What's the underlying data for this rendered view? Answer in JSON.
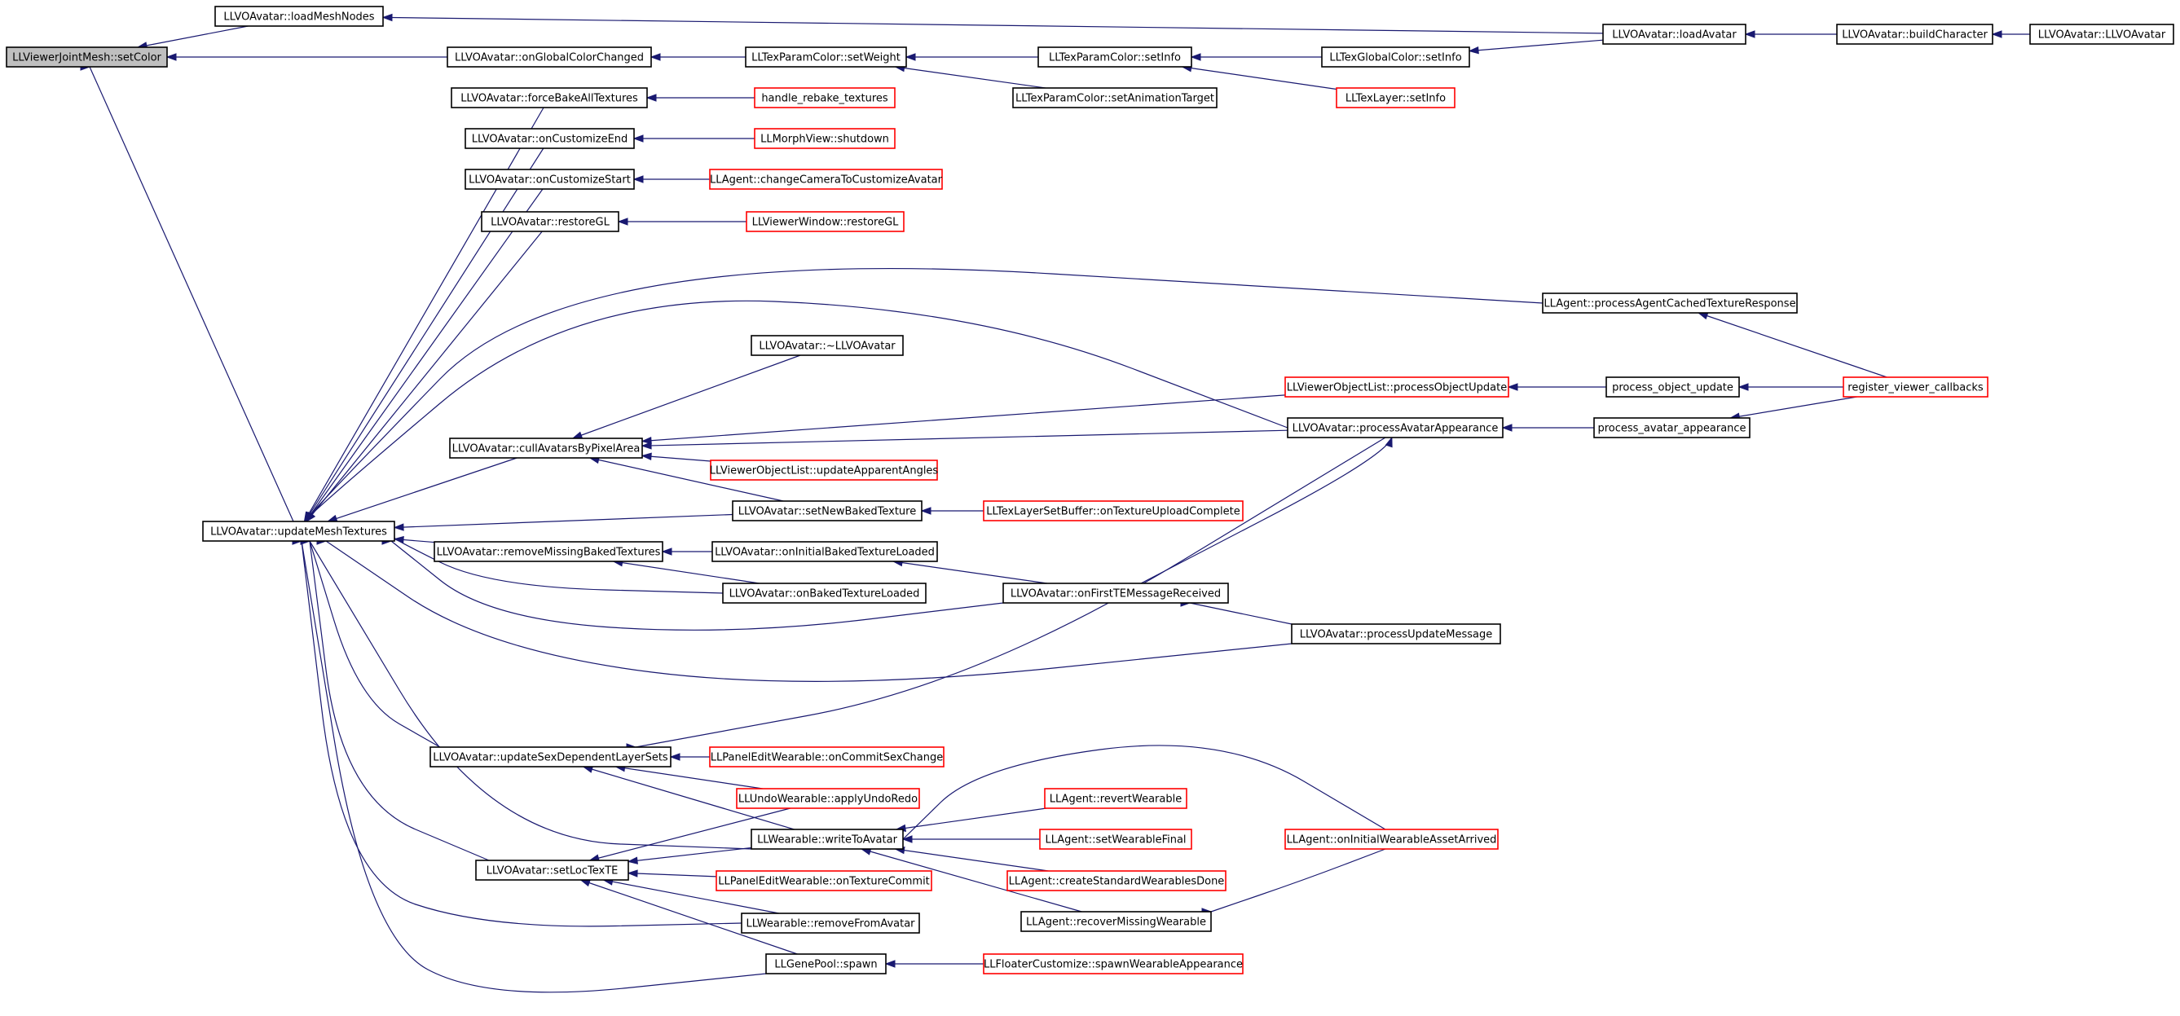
{
  "colors": {
    "edge": "#191970",
    "root_fill": "#bfbfbf",
    "node_border": "#000000",
    "truncated_border": "#ff0000",
    "node_fill": "#ffffff"
  },
  "nodes": [
    {
      "id": "n0",
      "label": "LLViewerJointMesh::setColor",
      "style": "root"
    },
    {
      "id": "n1",
      "label": "LLVOAvatar::loadMeshNodes",
      "style": "normal"
    },
    {
      "id": "n2",
      "label": "LLVOAvatar::onGlobalColorChanged",
      "style": "normal"
    },
    {
      "id": "n3",
      "label": "LLVOAvatar::updateMeshTextures",
      "style": "normal"
    },
    {
      "id": "n4",
      "label": "LLVOAvatar::loadAvatar",
      "style": "normal"
    },
    {
      "id": "n5",
      "label": "LLVOAvatar::buildCharacter",
      "style": "normal"
    },
    {
      "id": "n6",
      "label": "LLVOAvatar::LLVOAvatar",
      "style": "normal"
    },
    {
      "id": "n7",
      "label": "LLTexParamColor::setWeight",
      "style": "normal"
    },
    {
      "id": "n8",
      "label": "LLTexParamColor::setInfo",
      "style": "normal"
    },
    {
      "id": "n9",
      "label": "LLTexParamColor::setAnimationTarget",
      "style": "normal"
    },
    {
      "id": "n10",
      "label": "LLTexGlobalColor::setInfo",
      "style": "normal"
    },
    {
      "id": "n11",
      "label": "LLTexLayer::setInfo",
      "style": "truncated"
    },
    {
      "id": "n12",
      "label": "LLVOAvatar::forceBakeAllTextures",
      "style": "normal"
    },
    {
      "id": "n13",
      "label": "handle_rebake_textures",
      "style": "truncated"
    },
    {
      "id": "n14",
      "label": "LLVOAvatar::onCustomizeEnd",
      "style": "normal"
    },
    {
      "id": "n15",
      "label": "LLMorphView::shutdown",
      "style": "truncated"
    },
    {
      "id": "n16",
      "label": "LLVOAvatar::onCustomizeStart",
      "style": "normal"
    },
    {
      "id": "n17",
      "label": "LLAgent::changeCameraToCustomizeAvatar",
      "style": "truncated"
    },
    {
      "id": "n18",
      "label": "LLVOAvatar::restoreGL",
      "style": "normal"
    },
    {
      "id": "n19",
      "label": "LLViewerWindow::restoreGL",
      "style": "truncated"
    },
    {
      "id": "n20",
      "label": "LLAgent::processAgentCachedTextureResponse",
      "style": "normal"
    },
    {
      "id": "n21",
      "label": "register_viewer_callbacks",
      "style": "truncated"
    },
    {
      "id": "n22",
      "label": "LLVOAvatar::~LLVOAvatar",
      "style": "normal"
    },
    {
      "id": "n23",
      "label": "LLViewerObjectList::processObjectUpdate",
      "style": "truncated"
    },
    {
      "id": "n24",
      "label": "process_object_update",
      "style": "normal"
    },
    {
      "id": "n25",
      "label": "LLVOAvatar::cullAvatarsByPixelArea",
      "style": "normal"
    },
    {
      "id": "n26",
      "label": "LLVOAvatar::processAvatarAppearance",
      "style": "normal"
    },
    {
      "id": "n27",
      "label": "process_avatar_appearance",
      "style": "normal"
    },
    {
      "id": "n28",
      "label": "LLViewerObjectList::updateApparentAngles",
      "style": "truncated"
    },
    {
      "id": "n29",
      "label": "LLVOAvatar::setNewBakedTexture",
      "style": "normal"
    },
    {
      "id": "n30",
      "label": "LLTexLayerSetBuffer::onTextureUploadComplete",
      "style": "truncated"
    },
    {
      "id": "n31",
      "label": "LLVOAvatar::removeMissingBakedTextures",
      "style": "normal"
    },
    {
      "id": "n32",
      "label": "LLVOAvatar::onInitialBakedTextureLoaded",
      "style": "normal"
    },
    {
      "id": "n33",
      "label": "LLVOAvatar::onBakedTextureLoaded",
      "style": "normal"
    },
    {
      "id": "n34",
      "label": "LLVOAvatar::onFirstTEMessageReceived",
      "style": "normal"
    },
    {
      "id": "n35",
      "label": "LLVOAvatar::processUpdateMessage",
      "style": "normal"
    },
    {
      "id": "n36",
      "label": "LLVOAvatar::updateSexDependentLayerSets",
      "style": "normal"
    },
    {
      "id": "n37",
      "label": "LLPanelEditWearable::onCommitSexChange",
      "style": "truncated"
    },
    {
      "id": "n38",
      "label": "LLUndoWearable::applyUndoRedo",
      "style": "truncated"
    },
    {
      "id": "n39",
      "label": "LLAgent::revertWearable",
      "style": "truncated"
    },
    {
      "id": "n40",
      "label": "LLWearable::writeToAvatar",
      "style": "normal"
    },
    {
      "id": "n41",
      "label": "LLAgent::setWearableFinal",
      "style": "truncated"
    },
    {
      "id": "n42",
      "label": "LLAgent::onInitialWearableAssetArrived",
      "style": "truncated"
    },
    {
      "id": "n43",
      "label": "LLVOAvatar::setLocTexTE",
      "style": "normal"
    },
    {
      "id": "n44",
      "label": "LLPanelEditWearable::onTextureCommit",
      "style": "truncated"
    },
    {
      "id": "n45",
      "label": "LLAgent::createStandardWearablesDone",
      "style": "truncated"
    },
    {
      "id": "n46",
      "label": "LLAgent::recoverMissingWearable",
      "style": "normal"
    },
    {
      "id": "n47",
      "label": "LLWearable::removeFromAvatar",
      "style": "normal"
    },
    {
      "id": "n48",
      "label": "LLGenePool::spawn",
      "style": "normal"
    },
    {
      "id": "n49",
      "label": "LLFloaterCustomize::spawnWearableAppearance",
      "style": "truncated"
    }
  ],
  "edges": [
    {
      "from": "n1",
      "to": "n0"
    },
    {
      "from": "n2",
      "to": "n0"
    },
    {
      "from": "n3",
      "to": "n0"
    },
    {
      "from": "n4",
      "to": "n1"
    },
    {
      "from": "n5",
      "to": "n4"
    },
    {
      "from": "n6",
      "to": "n5"
    },
    {
      "from": "n7",
      "to": "n2"
    },
    {
      "from": "n8",
      "to": "n7"
    },
    {
      "from": "n9",
      "to": "n7"
    },
    {
      "from": "n10",
      "to": "n8"
    },
    {
      "from": "n11",
      "to": "n8"
    },
    {
      "from": "n4",
      "to": "n10"
    },
    {
      "from": "n12",
      "to": "n3"
    },
    {
      "from": "n13",
      "to": "n12"
    },
    {
      "from": "n14",
      "to": "n3"
    },
    {
      "from": "n15",
      "to": "n14"
    },
    {
      "from": "n16",
      "to": "n3"
    },
    {
      "from": "n17",
      "to": "n16"
    },
    {
      "from": "n18",
      "to": "n3"
    },
    {
      "from": "n19",
      "to": "n18"
    },
    {
      "from": "n20",
      "to": "n3"
    },
    {
      "from": "n21",
      "to": "n20"
    },
    {
      "from": "n26",
      "to": "n3"
    },
    {
      "from": "n25",
      "to": "n3"
    },
    {
      "from": "n22",
      "to": "n25"
    },
    {
      "from": "n23",
      "to": "n25"
    },
    {
      "from": "n26",
      "to": "n25"
    },
    {
      "from": "n28",
      "to": "n25"
    },
    {
      "from": "n29",
      "to": "n25"
    },
    {
      "from": "n24",
      "to": "n23"
    },
    {
      "from": "n21",
      "to": "n24"
    },
    {
      "from": "n27",
      "to": "n26"
    },
    {
      "from": "n21",
      "to": "n27"
    },
    {
      "from": "n29",
      "to": "n3"
    },
    {
      "from": "n30",
      "to": "n29"
    },
    {
      "from": "n31",
      "to": "n3"
    },
    {
      "from": "n32",
      "to": "n31"
    },
    {
      "from": "n33",
      "to": "n31"
    },
    {
      "from": "n34",
      "to": "n32"
    },
    {
      "from": "n33",
      "to": "n3"
    },
    {
      "from": "n34",
      "to": "n3"
    },
    {
      "from": "n34",
      "to": "n26"
    },
    {
      "from": "n35",
      "to": "n34"
    },
    {
      "from": "n35",
      "to": "n3"
    },
    {
      "from": "n36",
      "to": "n3"
    },
    {
      "from": "n26",
      "to": "n36"
    },
    {
      "from": "n37",
      "to": "n36"
    },
    {
      "from": "n38",
      "to": "n36"
    },
    {
      "from": "n40",
      "to": "n36"
    },
    {
      "from": "n40",
      "to": "n3"
    },
    {
      "from": "n39",
      "to": "n40"
    },
    {
      "from": "n41",
      "to": "n40"
    },
    {
      "from": "n42",
      "to": "n40"
    },
    {
      "from": "n45",
      "to": "n40"
    },
    {
      "from": "n46",
      "to": "n40"
    },
    {
      "from": "n42",
      "to": "n46"
    },
    {
      "from": "n43",
      "to": "n3"
    },
    {
      "from": "n38",
      "to": "n43"
    },
    {
      "from": "n40",
      "to": "n43"
    },
    {
      "from": "n44",
      "to": "n43"
    },
    {
      "from": "n47",
      "to": "n43"
    },
    {
      "from": "n48",
      "to": "n43"
    },
    {
      "from": "n47",
      "to": "n3"
    },
    {
      "from": "n48",
      "to": "n3"
    },
    {
      "from": "n49",
      "to": "n48"
    }
  ]
}
